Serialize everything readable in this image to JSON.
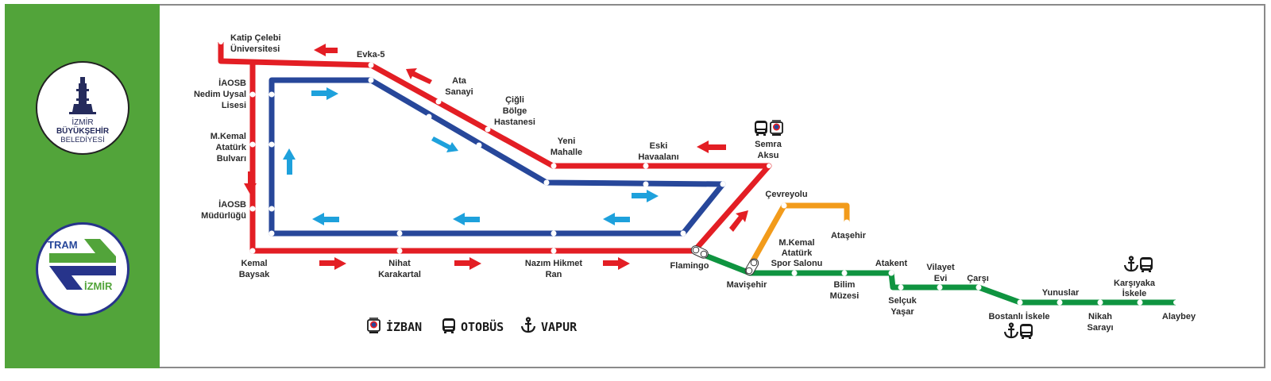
{
  "title": "Tram İzmir Çiğli Tramvay Hattı ve Karşıyaka Tramvay Hattı Haritası",
  "logos": {
    "municipality": {
      "line1": "İZMİR",
      "line2": "BÜYÜKŞEHİR",
      "line3": "BELEDİYESİ"
    },
    "tram": {
      "top": "TRAM",
      "bottom": "İZMİR"
    }
  },
  "colors": {
    "sidebar": "#52a43a",
    "cigli_outer": "#e31e24",
    "cigli_inner": "#27479a",
    "arrow_inner": "#1ea1dc",
    "karsiyaka": "#0f9440",
    "cevreyolu_branch": "#f29b1b"
  },
  "stations": {
    "katip_celebi": [
      "Katip Çelebi",
      "Üniversitesi"
    ],
    "evka5": [
      "Evka-5"
    ],
    "ata_sanayi": [
      "Ata",
      "Sanayi"
    ],
    "cigli_bolge": [
      "Çiğli",
      "Bölge",
      "Hastanesi"
    ],
    "yeni_mahalle": [
      "Yeni",
      "Mahalle"
    ],
    "eski_havaalani": [
      "Eski",
      "Havaalanı"
    ],
    "semra_aksu": [
      "Semra",
      "Aksu"
    ],
    "iaosb_nedim": [
      "İAOSB",
      "Nedim Uysal",
      "Lisesi"
    ],
    "mkemal_bulvari": [
      "M.Kemal",
      "Atatürk",
      "Bulvarı"
    ],
    "iaosb_mudurlugu": [
      "İAOSB",
      "Müdürlüğü"
    ],
    "kemal_baysak": [
      "Kemal",
      "Baysak"
    ],
    "nihat_karakartal": [
      "Nihat",
      "Karakartal"
    ],
    "nazim_hikmet": [
      "Nazım Hikmet",
      "Ran"
    ],
    "flamingo": [
      "Flamingo"
    ],
    "cevreyolu": [
      "Çevreyolu"
    ],
    "atasehir": [
      "Ataşehir"
    ],
    "mavisehir": [
      "Mavişehir"
    ],
    "mkemal_spor": [
      "M.Kemal",
      "Atatürk",
      "Spor Salonu"
    ],
    "bilim_muzesi": [
      "Bilim",
      "Müzesi"
    ],
    "atakent": [
      "Atakent"
    ],
    "selcuk_yasar": [
      "Selçuk",
      "Yaşar"
    ],
    "vilayet_evi": [
      "Vilayet",
      "Evi"
    ],
    "carsi": [
      "Çarşı"
    ],
    "bostanli_iskele": [
      "Bostanlı İskele"
    ],
    "yunuslar": [
      "Yunuslar"
    ],
    "nikah_sarayi": [
      "Nikah",
      "Sarayı"
    ],
    "karsiyaka_iskele": [
      "Karşıyaka",
      "İskele"
    ],
    "alaybey": [
      "Alaybey"
    ]
  },
  "legend": [
    {
      "icon": "izban-train-icon",
      "label": "İZBAN"
    },
    {
      "icon": "bus-icon",
      "label": "OTOBÜS"
    },
    {
      "icon": "anchor-icon",
      "label": "VAPUR"
    }
  ]
}
